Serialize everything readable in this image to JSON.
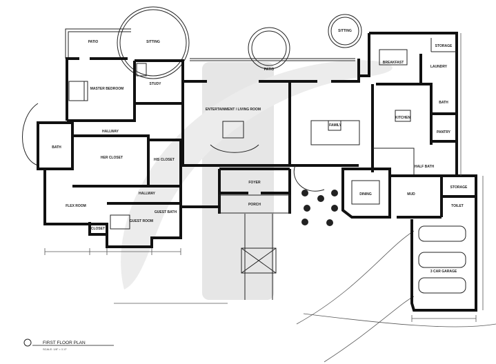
{
  "plan": {
    "title": "FIRST FLOOR PLAN",
    "scale": "SCALE: 1/8\" = 1'-0\"",
    "rooms": {
      "patio_left": "PATIO",
      "sitting_left": "SITTING",
      "master_bedroom": "MASTER BEDROOM",
      "study": "STUDY",
      "patio_center": "PATIO",
      "living": "ENTERTAINMENT / LIVING ROOM",
      "family": "FAMILY",
      "sitting_right": "SITTING",
      "breakfast": "BREAKFAST",
      "storage_top": "STORAGE",
      "laundry": "LAUNDRY",
      "kitchen": "KITCHEN",
      "bath_right": "BATH",
      "pantry": "PANTRY",
      "half_bath": "HALF BATH",
      "dining": "DINING",
      "mud": "MUD",
      "storage_mud": "STORAGE",
      "toilet": "TOILET",
      "garage": "3 CAR GARAGE",
      "foyer": "FOYER",
      "porch": "PORCH",
      "bath_left": "BATH",
      "hallway_top": "HALLWAY",
      "her_closet": "HER CLOSET",
      "his_closet": "HIS CLOSET",
      "hallway_bottom": "HALLWAY",
      "flex_room": "FLEX ROOM",
      "closet": "CLOSET",
      "guest_room": "GUEST ROOM",
      "guest_bath": "GUEST BATH"
    }
  }
}
